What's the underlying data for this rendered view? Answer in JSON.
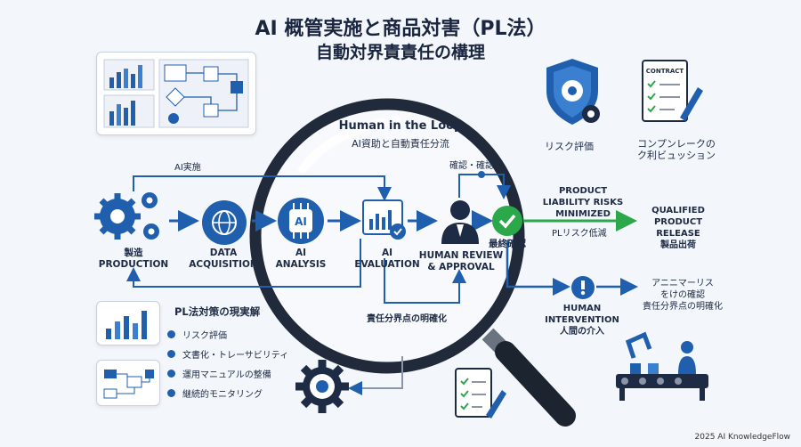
{
  "title": {
    "line1": "AI 概管実施と商品対害（PL法）",
    "line2": "自動対界責責任の構理"
  },
  "loop": {
    "heading": "Human in the Loop",
    "subheading": "AI資助と自動責任分流"
  },
  "flow": {
    "ai_impl": "AI実施",
    "check": "確認・確認",
    "responsibility": "責任分界点の明確化",
    "steps": [
      {
        "line1": "製造",
        "line2": "PRODUCTION"
      },
      {
        "line1": "DATA",
        "line2": "ACQUISITION"
      },
      {
        "line1": "AI",
        "line2": "ANALYSIS"
      },
      {
        "line1": "AI",
        "line2": "EVALUATION"
      },
      {
        "line1": "HUMAN REVIEW",
        "line2": "& APPROVAL"
      },
      {
        "line1": "最終確認",
        "line2": ""
      }
    ]
  },
  "right": {
    "risk_eval": "リスク評価",
    "compliance_l1": "コンプンレークの",
    "compliance_l2": "ク利ビュッション",
    "contract_label": "CONTRACT",
    "pl_l1": "PRODUCT",
    "pl_l2": "LIABILITY RISKS",
    "pl_l3": "MINIMIZED",
    "pl_jp": "PLリスク低減",
    "release_l1": "QUALIFIED",
    "release_l2": "PRODUCT",
    "release_l3": "RELEASE",
    "release_jp": "製品出荷",
    "intervention_l1": "HUMAN",
    "intervention_l2": "INTERVENTION",
    "intervention_jp": "人間の介入",
    "anomaly_l1": "アニニマーリス",
    "anomaly_l2": "をけの確認",
    "anomaly_l3": "責任分界点の明確化"
  },
  "legend": {
    "title": "PL法対策の現実解",
    "items": [
      "リスク評価",
      "文書化・トレーサビリティ",
      "運用マニュアルの整備",
      "継続的モニタリング"
    ]
  },
  "footer": "2025 AI KnowledgeFlow",
  "colors": {
    "primary": "#1f5fae",
    "dark": "#1a2540",
    "green": "#2aa84a",
    "accent": "#2c7be5"
  }
}
